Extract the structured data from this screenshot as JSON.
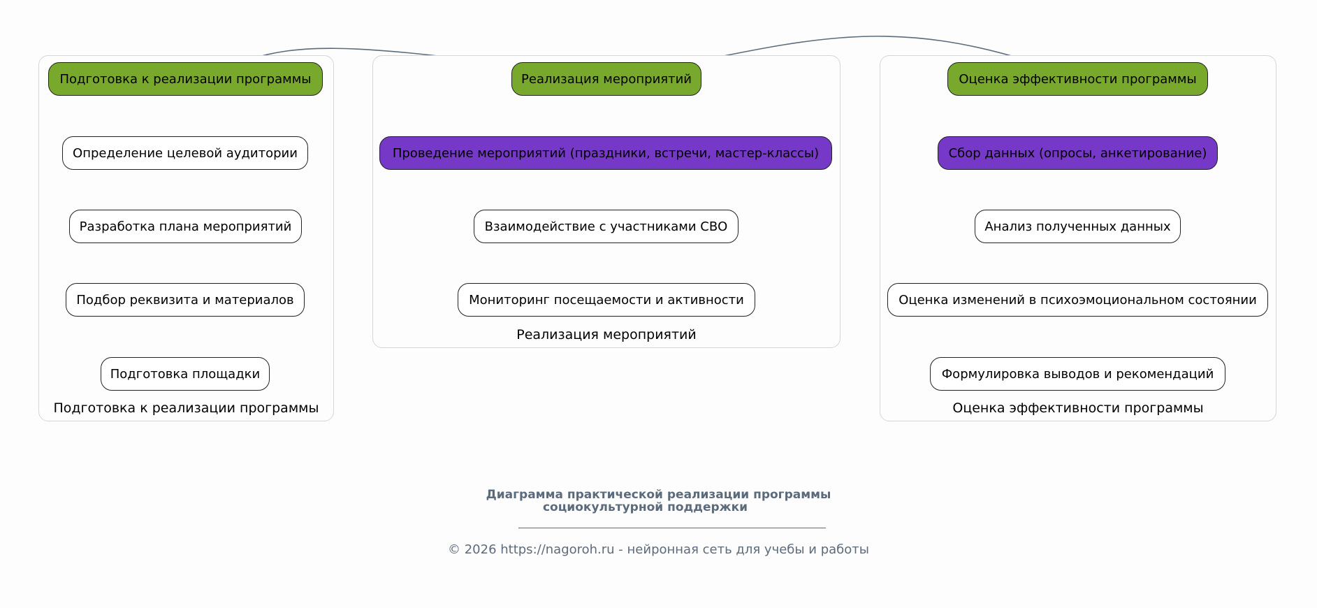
{
  "colors": {
    "background": "#fdfdfd",
    "head_node": "#78a82c",
    "accent_node": "#7638c6",
    "plain_node": "#ffffff",
    "edge": "#5c6b7c",
    "cluster_border": "#d6d6d6",
    "footer_text": "#5c6b7c"
  },
  "clusters": [
    {
      "label": "Подготовка к реализации программы",
      "nodes": [
        {
          "label": "Подготовка к реализации программы",
          "style": "head"
        },
        {
          "label": "Определение целевой аудитории",
          "style": "plain"
        },
        {
          "label": "Разработка плана мероприятий",
          "style": "plain"
        },
        {
          "label": "Подбор реквизита и материалов",
          "style": "plain"
        },
        {
          "label": "Подготовка площадки",
          "style": "plain"
        }
      ]
    },
    {
      "label": "Реализация мероприятий",
      "nodes": [
        {
          "label": "Реализация мероприятий",
          "style": "head"
        },
        {
          "label": "Проведение мероприятий (праздники, встречи, мастер-классы)",
          "style": "accent"
        },
        {
          "label": "Взаимодействие с участниками СВО",
          "style": "plain"
        },
        {
          "label": "Мониторинг посещаемости и активности",
          "style": "plain"
        }
      ]
    },
    {
      "label": "Оценка эффективности программы",
      "nodes": [
        {
          "label": "Оценка эффективности программы",
          "style": "head"
        },
        {
          "label": "Сбор данных (опросы, анкетирование)",
          "style": "accent"
        },
        {
          "label": "Анализ полученных данных",
          "style": "plain"
        },
        {
          "label": "Оценка изменений в психоэмоциональном состоянии",
          "style": "plain"
        },
        {
          "label": "Формулировка выводов и рекомендаций",
          "style": "plain"
        }
      ]
    }
  ],
  "edges": [
    {
      "from": "Подготовка к реализации программы",
      "to": "Реализация мероприятий"
    },
    {
      "from": "Реализация мероприятий",
      "to": "Оценка эффективности программы"
    }
  ],
  "footer": {
    "title_line1": "Диаграмма практической реализации программы",
    "title_line2": "социокультурной поддержки",
    "copyright": "© 2026 https://nagoroh.ru - нейронная сеть для учебы и работы"
  }
}
